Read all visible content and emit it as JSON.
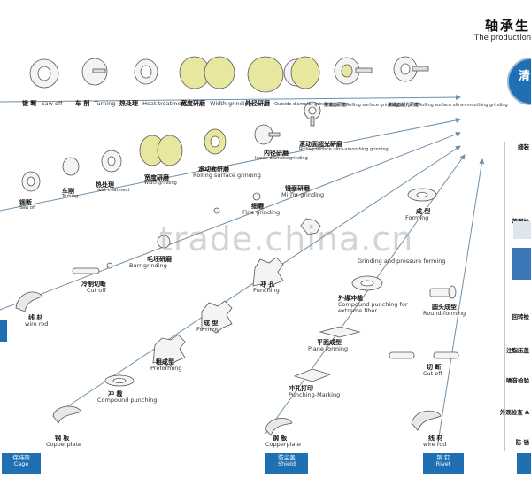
{
  "title": {
    "cn": "轴承生",
    "en": "The production"
  },
  "watermark": "trade.china.cn",
  "right_circle_char": "清",
  "top_row": [
    {
      "cn": "锻 断",
      "en": "Saw off"
    },
    {
      "cn": "车 削",
      "en": "Turning"
    },
    {
      "cn": "热处理",
      "en": "Heat treatment"
    },
    {
      "cn": "宽度研磨",
      "en": "Width grinding"
    },
    {
      "cn": "外径研磨",
      "en": "Outside diameter grinding"
    },
    {
      "cn": "滚道面研磨",
      "en": "Rolling surface grinding"
    },
    {
      "cn": "滚道面超光研磨",
      "en": "Rolling surface ultra-smoothing grinding"
    }
  ],
  "inner_ring": [
    {
      "cn": "滚动面超光研磨",
      "en": "Rolling surface ultra-smoothing grinding"
    },
    {
      "cn": "内径研磨",
      "en": "Inside diametergrinding"
    },
    {
      "cn": "滚动面研磨",
      "en": "Rolling surface grinding"
    },
    {
      "cn": "宽度研磨",
      "en": "Width grinding"
    },
    {
      "cn": "热处理",
      "en": "Heat treatment"
    },
    {
      "cn": "车削",
      "en": "Turning"
    },
    {
      "cn": "锻断",
      "en": "Saw off"
    }
  ],
  "ball": [
    {
      "cn": "镜面研磨",
      "en": "Mirror grinding"
    },
    {
      "cn": "细磨",
      "en": "Fine grinding"
    },
    {
      "cn": "毛坯研磨",
      "en": "Burr grinding"
    },
    {
      "cn": "冷制切断",
      "en": "Cut off"
    },
    {
      "cn": "线 材",
      "en": "wire rod"
    }
  ],
  "cage": [
    {
      "cn": "冲 孔",
      "en": "Punching"
    },
    {
      "cn": "成 型",
      "en": "Forming"
    },
    {
      "cn": "粗成型",
      "en": "Preforming"
    },
    {
      "cn": "冲 裁",
      "en": "Compound punching"
    },
    {
      "cn": "钢 板",
      "en": "Copperplate"
    }
  ],
  "shield": [
    {
      "cn": "成 型",
      "en": "Forming"
    },
    {
      "cn": "",
      "en": "Grinding and pressure forming"
    },
    {
      "cn": "外缘冲裁",
      "en": "Compound punching for extreme fiber"
    },
    {
      "cn": "平面成型",
      "en": "Plane forming"
    },
    {
      "cn": "冲孔打印",
      "en": "Punching-Marking"
    },
    {
      "cn": "钢 板",
      "en": "Copperplate"
    }
  ],
  "rivet": [
    {
      "cn": "圆头成型",
      "en": "Round-forming"
    },
    {
      "cn": "切 断",
      "en": "Cut off"
    },
    {
      "cn": "线 材",
      "en": "wire rod"
    }
  ],
  "tags": {
    "cage": {
      "cn": "保持架",
      "en": "Cage"
    },
    "shield": {
      "cn": "防尘盖",
      "en": "Shield"
    },
    "rivet": {
      "cn": "铆 钉",
      "en": "Rivet"
    }
  },
  "right_side": [
    "细装",
    "装配检",
    "回转检",
    "注脂压盖",
    "噪音检验",
    "外观检查 A",
    "防 锈"
  ],
  "colors": {
    "accent": "#1f6fb3",
    "line": "#6f8fa8",
    "grind": "#e8e7a0"
  }
}
